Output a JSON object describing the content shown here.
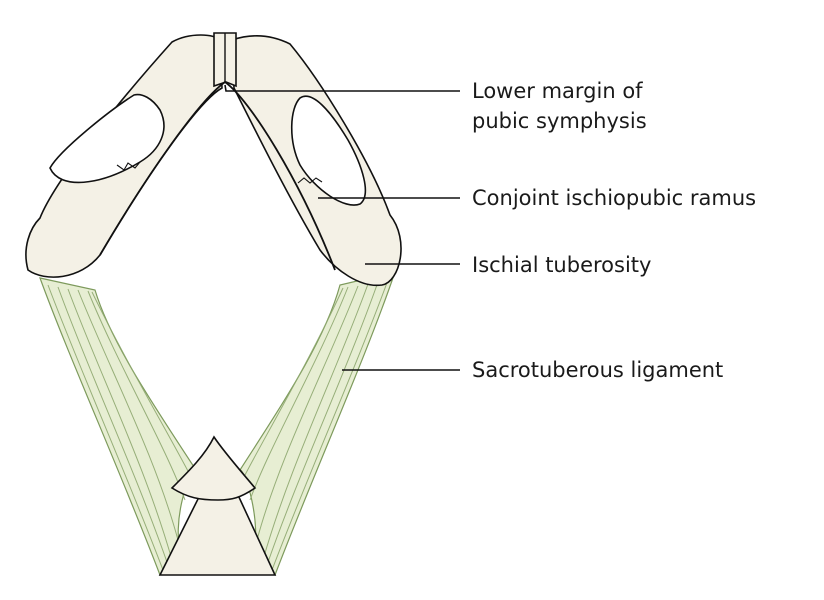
{
  "labels": {
    "symphysis_line1": "Lower margin of",
    "symphysis_line2": "pubic symphysis",
    "ramus": "Conjoint ischiopubic ramus",
    "tuberosity": "Ischial tuberosity",
    "sacrotuberous": "Sacrotuberous ligament"
  },
  "colors": {
    "bone_fill": "#f4f1e6",
    "bone_outline": "#111111",
    "ligament_fill": "#e7eed3",
    "ligament_stroke": "#8ea86f",
    "leader_line": "#111111",
    "text": "#1a1a1a"
  }
}
